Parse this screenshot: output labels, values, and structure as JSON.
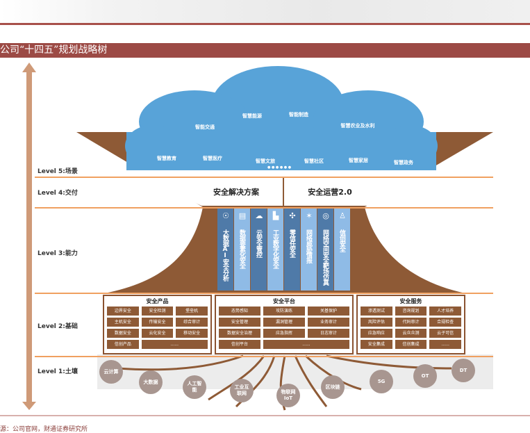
{
  "title": "公司“十四五”规划战略树",
  "source": "源：公司官网，财通证券研究所",
  "levels": [
    "Level 5:场景",
    "Level 4:交付",
    "Level 3:能力",
    "Level 2:基础",
    "Level 1:土壤"
  ],
  "scenes": [
    "智能交通",
    "智慧能源",
    "智能制造",
    "智慧农业及水利",
    "智慧教育",
    "智慧医疗",
    "智慧文旅",
    "智慧社区",
    "智慧家居",
    "智慧政务"
  ],
  "scene_more": "● ● ● ● ● ●",
  "delivery": [
    "安全解决方案",
    "安全运营2.0"
  ],
  "capabilities": [
    "大数据AI安全分析",
    "数据要素化安全",
    "云安全管控",
    "工业数字化安全",
    "零信任安全",
    "网络威胁情报",
    "网络空间安全靶场仿真",
    "信创安全"
  ],
  "panels": [
    {
      "title": "安全产品",
      "items": [
        "边界安全",
        "安全检测",
        "堡垒机",
        "主机安全",
        "传输安全",
        "综合审计",
        "数据安全",
        "云化安全",
        "移动安全",
        "信创产品",
        "......"
      ]
    },
    {
      "title": "安全平台",
      "items": [
        "态势感知",
        "攻防演练",
        "关基保护",
        "安全管理",
        "漏洞管理",
        "业务审计",
        "数据安全治理",
        "应急指挥",
        "日志审计",
        "信创平台",
        "......"
      ]
    },
    {
      "title": "安全服务",
      "items": [
        "渗透测试",
        "咨询规划",
        "人才培养",
        "风险评估",
        "代码审计",
        "合规检查",
        "应急响应",
        "云众众测",
        "云子可信",
        "安全集成",
        "信创集成",
        "......"
      ]
    }
  ],
  "soil": [
    "云计算",
    "大数据",
    "人工智能",
    "工业互联网",
    "物联网IoT",
    "区块链",
    "5G",
    "OT",
    "DT"
  ],
  "colors": {
    "title_bar": "#9c4a45",
    "cloud": "#58a3d8",
    "trunk": "#8e5a36",
    "level_line": "#f0a060"
  }
}
